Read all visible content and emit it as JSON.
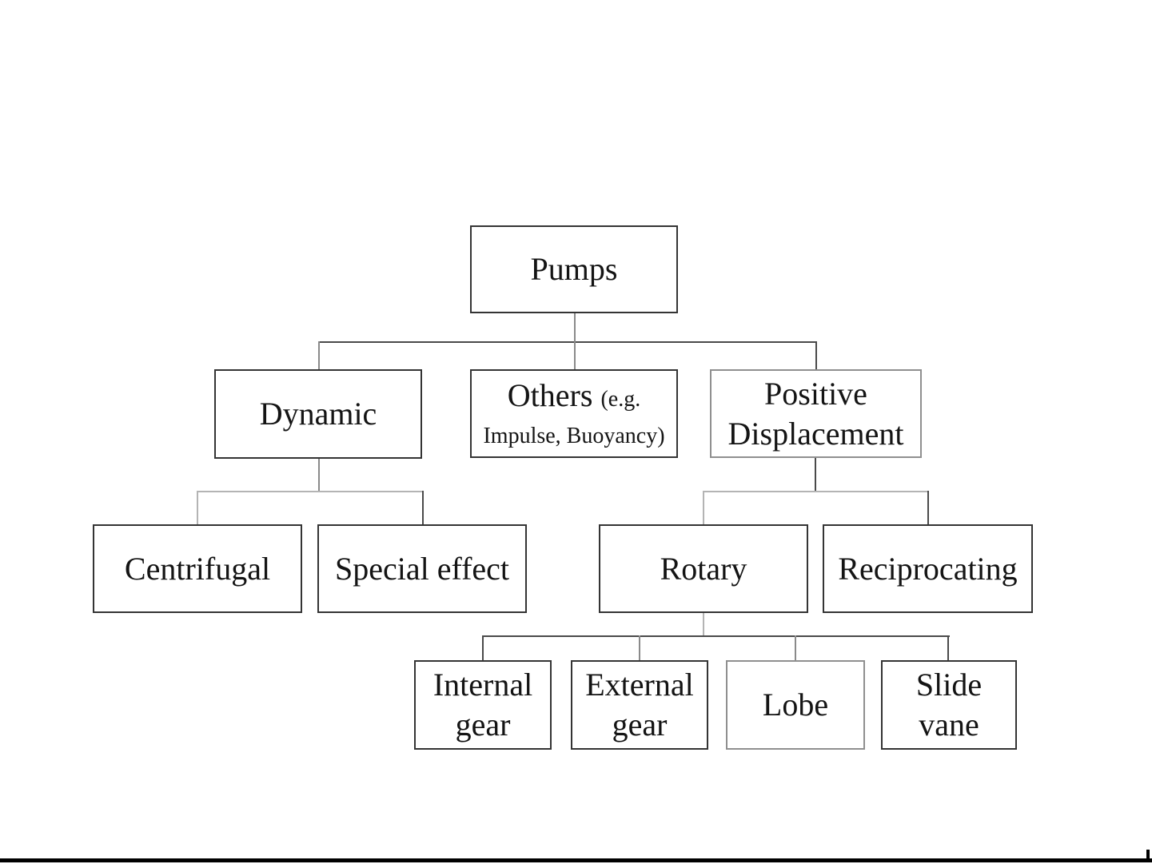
{
  "palette": {
    "background": "#ffffff",
    "box_border": "#343434",
    "box_border_light": "#8f8f8f",
    "connector": "#8a8a8a",
    "text": "#141414",
    "bottom_rule": "#000000"
  },
  "diagram": {
    "type": "tree",
    "description": "Classification of pumps",
    "nodes": {
      "pumps": {
        "label": "Pumps"
      },
      "dynamic": {
        "label": "Dynamic"
      },
      "others": {
        "label": "Others",
        "annotation_open": "(e.g.",
        "annotation_line2": "Impulse, Buoyancy)"
      },
      "positive_displacement": {
        "line1": "Positive",
        "line2": "Displacement"
      },
      "centrifugal": {
        "label": "Centrifugal"
      },
      "special_effect": {
        "label": "Special effect"
      },
      "rotary": {
        "label": "Rotary"
      },
      "reciprocating": {
        "label": "Reciprocating"
      },
      "internal_gear": {
        "line1": "Internal",
        "line2": "gear"
      },
      "external_gear": {
        "line1": "External",
        "line2": "gear"
      },
      "lobe": {
        "label": "Lobe"
      },
      "slide_vane": {
        "line1": "Slide",
        "line2": "vane"
      }
    },
    "edges": [
      {
        "from": "pumps",
        "to": "dynamic"
      },
      {
        "from": "pumps",
        "to": "others"
      },
      {
        "from": "pumps",
        "to": "positive_displacement"
      },
      {
        "from": "dynamic",
        "to": "centrifugal"
      },
      {
        "from": "dynamic",
        "to": "special_effect"
      },
      {
        "from": "positive_displacement",
        "to": "rotary"
      },
      {
        "from": "positive_displacement",
        "to": "reciprocating"
      },
      {
        "from": "rotary",
        "to": "internal_gear"
      },
      {
        "from": "rotary",
        "to": "external_gear"
      },
      {
        "from": "rotary",
        "to": "lobe"
      },
      {
        "from": "rotary",
        "to": "slide_vane"
      }
    ]
  }
}
